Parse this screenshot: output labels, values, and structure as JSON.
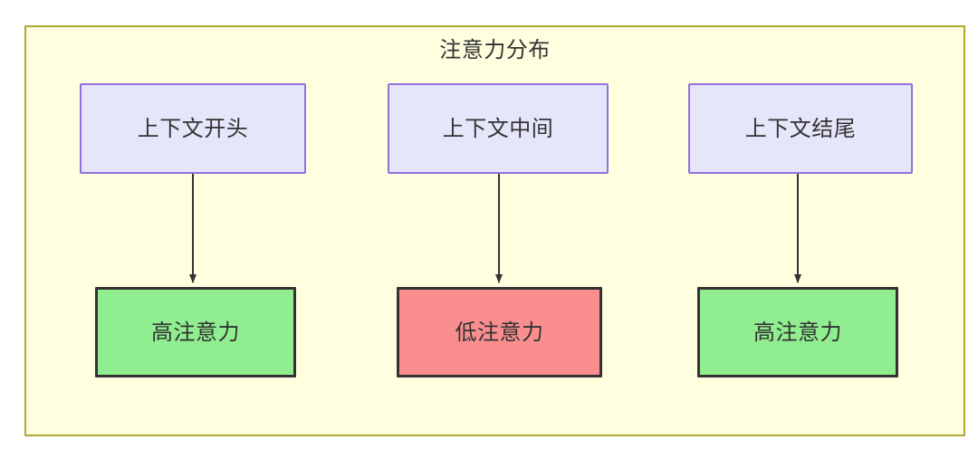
{
  "diagram": {
    "title": "注意力分布",
    "container": {
      "fill": "#ffffe0",
      "stroke": "#aaaa33"
    },
    "top_nodes": [
      {
        "id": "ctx-start",
        "label": "上下文开头",
        "fill": "#e6e6fa",
        "stroke": "#9370db"
      },
      {
        "id": "ctx-middle",
        "label": "上下文中间",
        "fill": "#e6e6fa",
        "stroke": "#9370db"
      },
      {
        "id": "ctx-end",
        "label": "上下文结尾",
        "fill": "#e6e6fa",
        "stroke": "#9370db"
      }
    ],
    "bottom_nodes": [
      {
        "id": "attn-high-start",
        "label": "高注意力",
        "fill": "#90ee90",
        "stroke": "#333333"
      },
      {
        "id": "attn-low-middle",
        "label": "低注意力",
        "fill": "#fa8e8e",
        "stroke": "#333333"
      },
      {
        "id": "attn-high-end",
        "label": "高注意力",
        "fill": "#90ee90",
        "stroke": "#333333"
      }
    ],
    "edges": [
      {
        "from": "ctx-start",
        "to": "attn-high-start",
        "label": ""
      },
      {
        "from": "ctx-middle",
        "to": "attn-low-middle",
        "label": ""
      },
      {
        "from": "ctx-end",
        "to": "attn-high-end",
        "label": ""
      }
    ],
    "edge_color": "#333333"
  }
}
